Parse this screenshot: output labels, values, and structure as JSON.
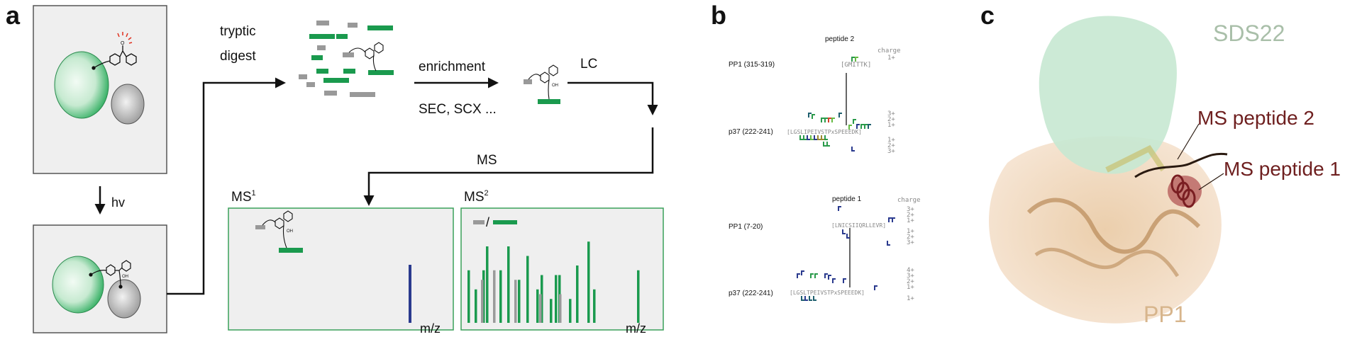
{
  "panels": {
    "a": "a",
    "b": "b",
    "c": "c"
  },
  "workflow": {
    "step_hv": "hv",
    "step_digest_1": "tryptic",
    "step_digest_2": "digest",
    "step_enrichment": "enrichment",
    "step_enrichment_methods": "SEC, SCX ...",
    "step_lc": "LC",
    "step_ms": "MS",
    "oh_label": "OH",
    "o_label": "O",
    "ms1": {
      "title": "MS",
      "sup": "1",
      "xlabel": "m/z"
    },
    "ms2": {
      "title": "MS",
      "sup": "2",
      "xlabel": "m/z",
      "separator": "/"
    }
  },
  "crosslinks": {
    "charge_header": "charge",
    "peptide2": {
      "title": "peptide 2",
      "pp1_name": "PP1 (315-319)",
      "pp1_seq": "[GMITTK]",
      "p37_name": "p37 (222-241)",
      "p37_seq": "[LGSLIPEIVSTPxSPEEEDK]",
      "charges_top": [
        "1+"
      ],
      "charges_mid": [
        "3+",
        "2+",
        "1+"
      ],
      "charges_bot": [
        "1+",
        "2+",
        "3+"
      ]
    },
    "peptide1": {
      "title": "peptide 1",
      "pp1_name": "PP1 (7-20)",
      "pp1_seq": "[LNICSIIQRLLEVR]",
      "p37_name": "p37 (222-241)",
      "p37_seq": "[LGSLTPEIVSTPxSPEEEDK]",
      "charges_top": [
        "3+",
        "2+",
        "1+"
      ],
      "charges_mid": [
        "1+",
        "2+",
        "3+"
      ],
      "charges_p37_top": [
        "4+",
        "3+",
        "2+",
        "1+"
      ],
      "charges_bot": [
        "1+"
      ]
    }
  },
  "structure": {
    "sds22": "SDS22",
    "pp1": "PP1",
    "ms_peptide_2": "MS peptide 2",
    "ms_peptide_1": "MS peptide 1"
  },
  "colors": {
    "green": "#1a9a4e",
    "gray": "#9a9a9a",
    "blue": "#2a3a8e",
    "darkred": "#6e1f1f",
    "tan": "#d7b58c",
    "sds": "#a9bfa9"
  }
}
